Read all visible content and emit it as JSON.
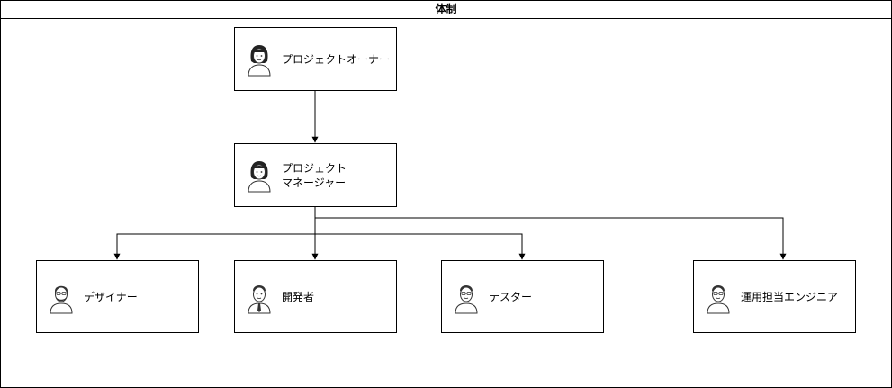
{
  "title": "体制",
  "nodes": {
    "owner": {
      "label": "プロジェクトオーナー",
      "avatar": "woman-avatar-icon"
    },
    "manager": {
      "label": "プロジェクト\nマネージャー",
      "avatar": "woman-avatar-icon"
    },
    "designer": {
      "label": "デザイナー",
      "avatar": "bearded-man-with-glasses-avatar-icon"
    },
    "developer": {
      "label": "開発者",
      "avatar": "man-with-tie-avatar-icon"
    },
    "tester": {
      "label": "テスター",
      "avatar": "man-with-glasses-avatar-icon"
    },
    "ops": {
      "label": "運用担当エンジニア",
      "avatar": "man-with-glasses-avatar-icon"
    }
  },
  "edges": [
    {
      "from": "owner",
      "to": "manager"
    },
    {
      "from": "manager",
      "to": "designer"
    },
    {
      "from": "manager",
      "to": "developer"
    },
    {
      "from": "manager",
      "to": "tester"
    },
    {
      "from": "manager",
      "to": "ops"
    }
  ]
}
